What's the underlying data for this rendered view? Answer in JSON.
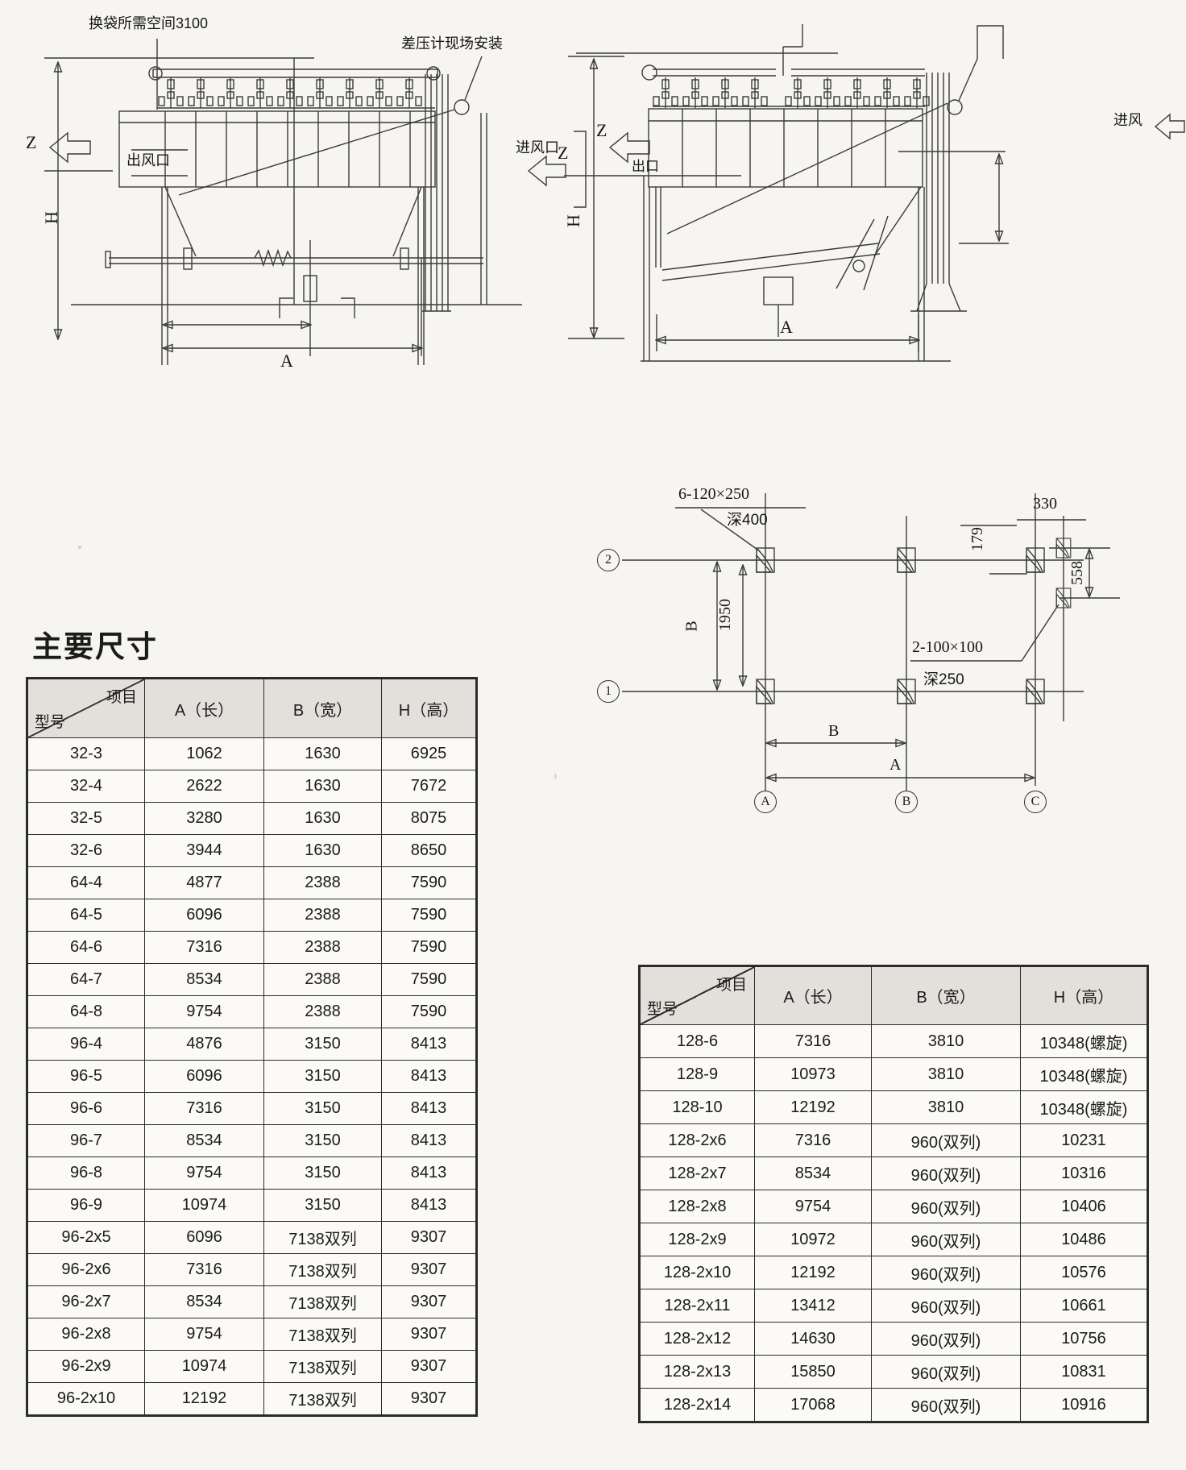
{
  "page": {
    "title": "主要尺寸",
    "background": "#f7f5f1",
    "line_color": "#3a3a3a",
    "accent_dark": "#5a5a5a"
  },
  "drawings": {
    "left": {
      "bag_space_label": "换袋所需空间3100",
      "dp_gauge_label": "差压计现场安装",
      "z_label": "Z",
      "h_label": "H",
      "outlet_label": "出风口",
      "a_label": "A"
    },
    "middle": {
      "inlet_label": "进风口",
      "z_bracket_label": "Z",
      "z_arrow_label": "Z"
    },
    "right": {
      "outlet_label": "出口",
      "h_label": "H",
      "inlet_label": "进风",
      "a_label": "A"
    }
  },
  "foundation_plan": {
    "bolt_spec_top": "6-120×250",
    "depth_top": "深400",
    "dim_330": "330",
    "dim_179": "179",
    "dim_558": "558",
    "dim_1950": "1950",
    "b_vertical": "B",
    "bolt_spec_bottom": "2-100×100",
    "depth_bottom": "深250",
    "b_horizontal": "B",
    "a_horizontal": "A",
    "row_markers": [
      "2",
      "1"
    ],
    "col_markers": [
      "A",
      "B",
      "C"
    ]
  },
  "tables": {
    "left": {
      "corner_top": "项目",
      "corner_bottom": "型号",
      "columns": [
        "A（长）",
        "B（宽）",
        "H（高）"
      ],
      "rows": [
        [
          "32-3",
          "1062",
          "1630",
          "6925"
        ],
        [
          "32-4",
          "2622",
          "1630",
          "7672"
        ],
        [
          "32-5",
          "3280",
          "1630",
          "8075"
        ],
        [
          "32-6",
          "3944",
          "1630",
          "8650"
        ],
        [
          "64-4",
          "4877",
          "2388",
          "7590"
        ],
        [
          "64-5",
          "6096",
          "2388",
          "7590"
        ],
        [
          "64-6",
          "7316",
          "2388",
          "7590"
        ],
        [
          "64-7",
          "8534",
          "2388",
          "7590"
        ],
        [
          "64-8",
          "9754",
          "2388",
          "7590"
        ],
        [
          "96-4",
          "4876",
          "3150",
          "8413"
        ],
        [
          "96-5",
          "6096",
          "3150",
          "8413"
        ],
        [
          "96-6",
          "7316",
          "3150",
          "8413"
        ],
        [
          "96-7",
          "8534",
          "3150",
          "8413"
        ],
        [
          "96-8",
          "9754",
          "3150",
          "8413"
        ],
        [
          "96-9",
          "10974",
          "3150",
          "8413"
        ],
        [
          "96-2x5",
          "6096",
          "7138双列",
          "9307"
        ],
        [
          "96-2x6",
          "7316",
          "7138双列",
          "9307"
        ],
        [
          "96-2x7",
          "8534",
          "7138双列",
          "9307"
        ],
        [
          "96-2x8",
          "9754",
          "7138双列",
          "9307"
        ],
        [
          "96-2x9",
          "10974",
          "7138双列",
          "9307"
        ],
        [
          "96-2x10",
          "12192",
          "7138双列",
          "9307"
        ]
      ]
    },
    "right": {
      "corner_top": "项目",
      "corner_bottom": "型号",
      "columns": [
        "A（长）",
        "B（宽）",
        "H（高）"
      ],
      "rows": [
        [
          "128-6",
          "7316",
          "3810",
          "10348(螺旋)"
        ],
        [
          "128-9",
          "10973",
          "3810",
          "10348(螺旋)"
        ],
        [
          "128-10",
          "12192",
          "3810",
          "10348(螺旋)"
        ],
        [
          "128-2x6",
          "7316",
          "960(双列)",
          "10231"
        ],
        [
          "128-2x7",
          "8534",
          "960(双列)",
          "10316"
        ],
        [
          "128-2x8",
          "9754",
          "960(双列)",
          "10406"
        ],
        [
          "128-2x9",
          "10972",
          "960(双列)",
          "10486"
        ],
        [
          "128-2x10",
          "12192",
          "960(双列)",
          "10576"
        ],
        [
          "128-2x11",
          "13412",
          "960(双列)",
          "10661"
        ],
        [
          "128-2x12",
          "14630",
          "960(双列)",
          "10756"
        ],
        [
          "128-2x13",
          "15850",
          "960(双列)",
          "10831"
        ],
        [
          "128-2x14",
          "17068",
          "960(双列)",
          "10916"
        ]
      ]
    }
  }
}
